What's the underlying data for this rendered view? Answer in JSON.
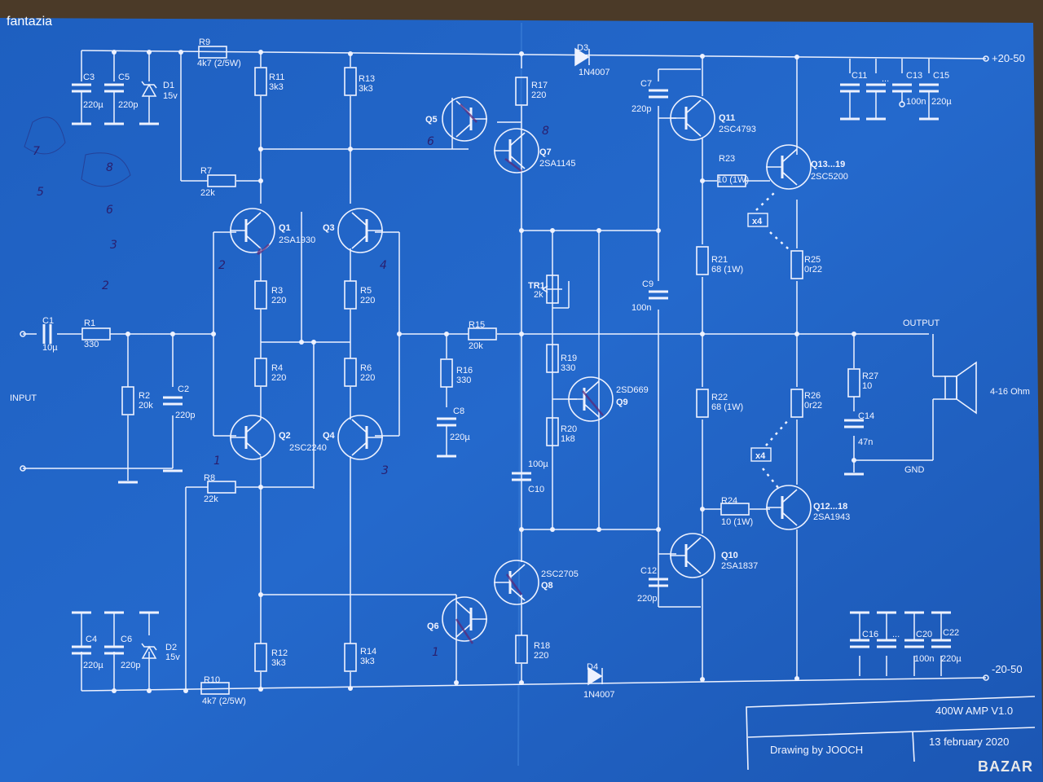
{
  "watermarks": {
    "top_left": "fantazia",
    "bottom_right": "BAZAR"
  },
  "rails": {
    "positive": "+20-50",
    "negative": "-20-50"
  },
  "io": {
    "input": "INPUT",
    "output": "OUTPUT",
    "gnd": "GND",
    "speaker": "4-16 Ohm"
  },
  "multipliers": [
    "x4",
    "x4"
  ],
  "title_block": {
    "title": "400W AMP V1.0",
    "author": "Drawing by JOOCH",
    "date": "13 february 2020"
  },
  "components": {
    "C1": {
      "name": "C1",
      "value": "10µ"
    },
    "R1": {
      "name": "R1",
      "value": "330"
    },
    "R2": {
      "name": "R2",
      "value": "20k"
    },
    "C2": {
      "name": "C2",
      "value": "220p"
    },
    "C3": {
      "name": "C3",
      "value": "220µ"
    },
    "C5": {
      "name": "C5",
      "value": "220p"
    },
    "D1": {
      "name": "D1",
      "value": "15v"
    },
    "R9": {
      "name": "R9",
      "value": "4k7 (2/5W)"
    },
    "R11": {
      "name": "R11",
      "value": "3k3"
    },
    "R13": {
      "name": "R13",
      "value": "3k3"
    },
    "R7": {
      "name": "R7",
      "value": "22k"
    },
    "Q1": {
      "name": "Q1",
      "value": "2SA1930"
    },
    "Q3": {
      "name": "Q3",
      "value": ""
    },
    "R3": {
      "name": "R3",
      "value": "220"
    },
    "R5": {
      "name": "R5",
      "value": "220"
    },
    "R4": {
      "name": "R4",
      "value": "220"
    },
    "R6": {
      "name": "R6",
      "value": "220"
    },
    "Q2": {
      "name": "Q2",
      "value": "2SC2240"
    },
    "Q4": {
      "name": "Q4",
      "value": ""
    },
    "R8": {
      "name": "R8",
      "value": "22k"
    },
    "C4": {
      "name": "C4",
      "value": "220µ"
    },
    "C6": {
      "name": "C6",
      "value": "220p"
    },
    "D2": {
      "name": "D2",
      "value": "15v"
    },
    "R10": {
      "name": "R10",
      "value": "4k7 (2/5W)"
    },
    "R12": {
      "name": "R12",
      "value": "3k3"
    },
    "R14": {
      "name": "R14",
      "value": "3k3"
    },
    "Q5": {
      "name": "Q5",
      "value": ""
    },
    "Q7": {
      "name": "Q7",
      "value": "2SA1145"
    },
    "R17": {
      "name": "R17",
      "value": "220"
    },
    "D3": {
      "name": "D3",
      "value": "1N4007"
    },
    "R15": {
      "name": "R15",
      "value": "20k"
    },
    "R16": {
      "name": "R16",
      "value": "330"
    },
    "C8": {
      "name": "C8",
      "value": "220µ"
    },
    "TR1": {
      "name": "TR1",
      "value": "2k"
    },
    "R19": {
      "name": "R19",
      "value": "330"
    },
    "Q9": {
      "name": "Q9",
      "value": "2SD669"
    },
    "R20": {
      "name": "R20",
      "value": "1k8"
    },
    "C10": {
      "name": "C10",
      "value": "100µ"
    },
    "Q6": {
      "name": "Q6",
      "value": ""
    },
    "Q8": {
      "name": "Q8",
      "value": "2SC2705"
    },
    "R18": {
      "name": "R18",
      "value": "220"
    },
    "D4": {
      "name": "D4",
      "value": "1N4007"
    },
    "C7": {
      "name": "C7",
      "value": "220p"
    },
    "Q11": {
      "name": "Q11",
      "value": "2SC4793"
    },
    "C9": {
      "name": "C9",
      "value": "100n"
    },
    "Q10": {
      "name": "Q10",
      "value": "2SA1837"
    },
    "C12": {
      "name": "C12",
      "value": "220p"
    },
    "R23": {
      "name": "R23",
      "value": "10 (1W)"
    },
    "Q13": {
      "name": "Q13...19",
      "value": "2SC5200"
    },
    "R21": {
      "name": "R21",
      "value": "68 (1W)"
    },
    "R25": {
      "name": "R25",
      "value": "0r22"
    },
    "R22": {
      "name": "R22",
      "value": "68 (1W)"
    },
    "R26": {
      "name": "R26",
      "value": "0r22"
    },
    "R24": {
      "name": "R24",
      "value": "10 (1W)"
    },
    "Q12": {
      "name": "Q12...18",
      "value": "2SA1943"
    },
    "R27": {
      "name": "R27",
      "value": "10"
    },
    "C14": {
      "name": "C14",
      "value": "47n"
    },
    "C11": {
      "name": "C11",
      "value": ""
    },
    "C13": {
      "name": "C13",
      "value": "100n"
    },
    "C15": {
      "name": "C15",
      "value": "220µ"
    },
    "C16": {
      "name": "C16",
      "value": ""
    },
    "C20": {
      "name": "C20",
      "value": "100n"
    },
    "C22": {
      "name": "C22",
      "value": "220µ"
    },
    "dots": "..."
  },
  "handwriting": [
    "7",
    "5",
    "8",
    "6",
    "3",
    "2",
    "2",
    "4",
    "1",
    "3",
    "8",
    "6",
    "1"
  ]
}
